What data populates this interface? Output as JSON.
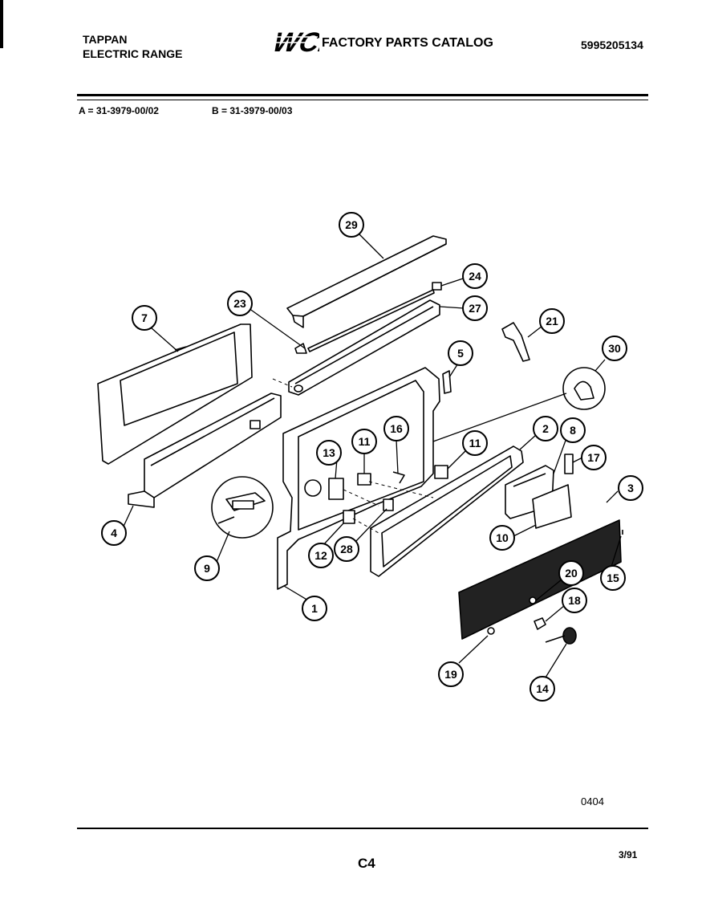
{
  "header": {
    "brand_line1": "TAPPAN",
    "brand_line2": "ELECTRIC RANGE",
    "logo_text": "WCI",
    "catalog_title": "FACTORY PARTS CATALOG",
    "part_number": "5995205134"
  },
  "models": {
    "a": "A = 31-3979-00/02",
    "b": "B = 31-3979-00/03"
  },
  "callouts": [
    "29",
    "24",
    "27",
    "23",
    "7",
    "21",
    "5",
    "30",
    "16",
    "11",
    "13",
    "11",
    "2",
    "8",
    "17",
    "3",
    "4",
    "9",
    "10",
    "12",
    "28",
    "1",
    "20",
    "15",
    "18",
    "19",
    "14"
  ],
  "footer": {
    "diagram_code": "0404",
    "page_code": "C4",
    "date": "3/91"
  }
}
